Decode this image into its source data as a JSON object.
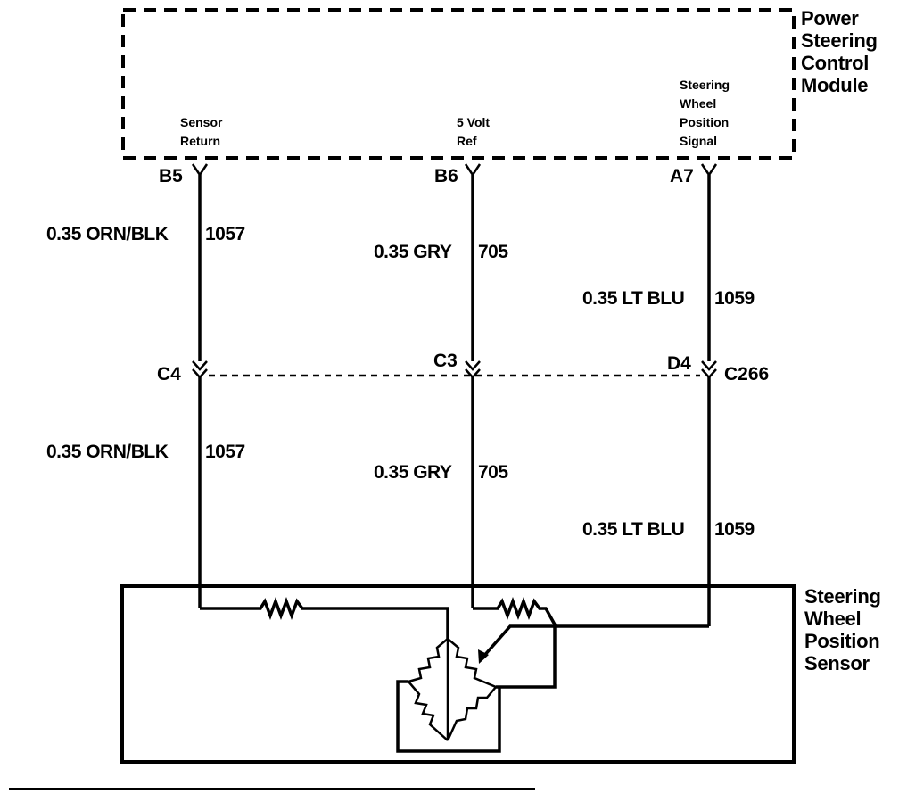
{
  "module": {
    "name_lines": [
      "Power",
      "Steering",
      "Control",
      "Module"
    ],
    "pins": [
      {
        "pin": "B5",
        "name_lines": [
          "Sensor",
          "Return"
        ]
      },
      {
        "pin": "B6",
        "name_lines": [
          "5 Volt",
          "Ref"
        ]
      },
      {
        "pin": "A7",
        "name_lines": [
          "Steering",
          "Wheel",
          "Position",
          "Signal"
        ]
      }
    ]
  },
  "wires_upper": [
    "0.35 ORN/BLK",
    "1057",
    "0.35 GRY",
    "705",
    "0.35 LT BLU",
    "1059"
  ],
  "connector": {
    "name": "C266",
    "terminals": [
      "C4",
      "C3",
      "D4"
    ]
  },
  "wires_lower": [
    "0.35 ORN/BLK",
    "1057",
    "0.35 GRY",
    "705",
    "0.35 LT BLU",
    "1059"
  ],
  "sensor": {
    "name_lines": [
      "Steering",
      "Wheel",
      "Position",
      "Sensor"
    ]
  }
}
